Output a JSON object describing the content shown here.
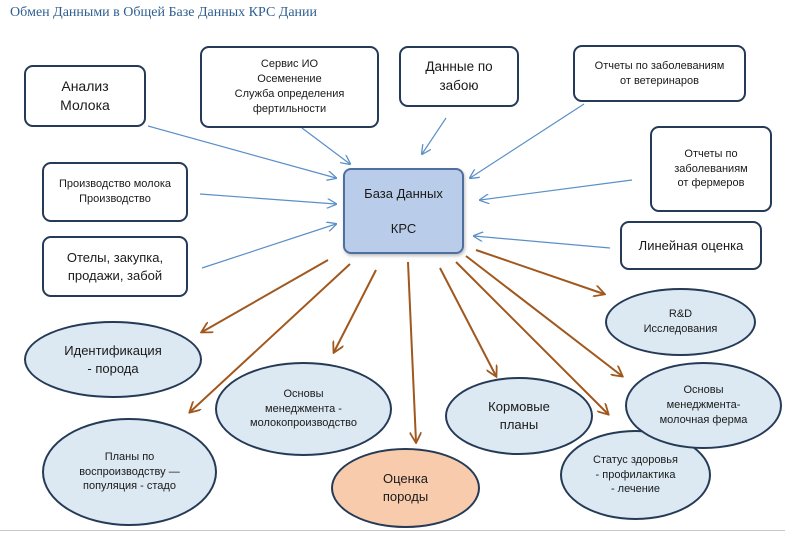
{
  "title": "Обмен Данными в Общей Базе Данных КРС Дании",
  "colors": {
    "arrow_in": "#5b8fc7",
    "arrow_out": "#a0581e",
    "oval_fill": "#dce9f3",
    "oval_highlight": "#f8cbad",
    "center_fill": "#b9cdea"
  },
  "center": {
    "label": "База Данных\n\nКРС"
  },
  "inputs": [
    {
      "id": "milk-analysis",
      "label": "Анализ\nМолока"
    },
    {
      "id": "ai-service",
      "label": "Сервис ИО\nОсеменение\nСлужба определения\nфертильности"
    },
    {
      "id": "slaughter-data",
      "label": "Данные по\nзабою"
    },
    {
      "id": "vet-reports",
      "label": "Отчеты по заболеваниям\nот ветеринаров"
    },
    {
      "id": "farmer-reports",
      "label": "Отчеты по\nзаболеваниям\nот фермеров"
    },
    {
      "id": "milk-production",
      "label": "Производство молока\nПроизводство"
    },
    {
      "id": "calving-trade",
      "label": "Отелы, закупка,\nпродажи, забой"
    },
    {
      "id": "linear-score",
      "label": "Линейная оценка"
    }
  ],
  "outputs": [
    {
      "id": "identification",
      "label": "Идентификация\n- порода"
    },
    {
      "id": "breeding-plans",
      "label": "Планы по\nвоспроизводству —\nпопуляция - стадо"
    },
    {
      "id": "dairy-management",
      "label": "Основы\nменеджмента -\nмолокопроизводство"
    },
    {
      "id": "breed-evaluation",
      "label": "Оценка\nпороды"
    },
    {
      "id": "feed-plans",
      "label": "Кормовые\nпланы"
    },
    {
      "id": "health-status",
      "label": "Статус здоровья\n- профилактика\n- лечение"
    },
    {
      "id": "farm-management",
      "label": "Основы\nменеджмента-\nмолочная ферма"
    },
    {
      "id": "rnd",
      "label": "R&D\nИсследования"
    }
  ]
}
